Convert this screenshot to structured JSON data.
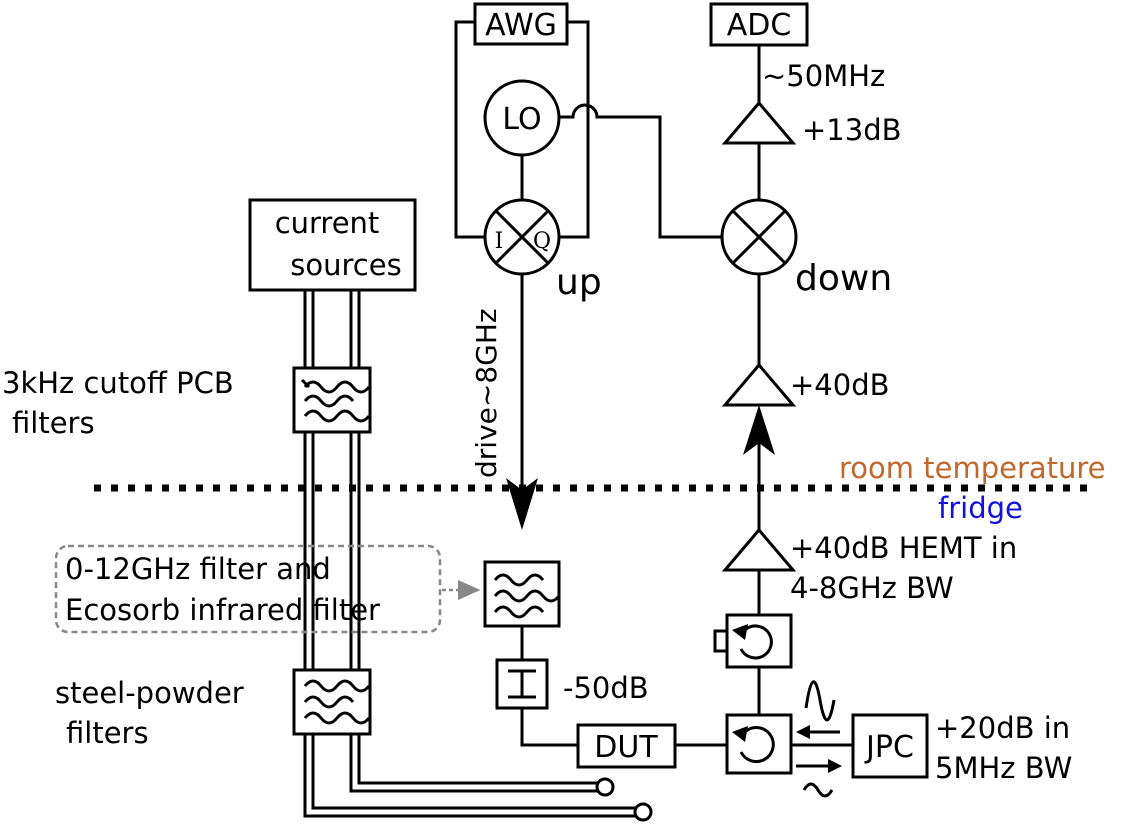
{
  "blocks": {
    "awg": "AWG",
    "adc": "ADC",
    "lo": "LO",
    "mixer_i": "I",
    "mixer_q": "Q",
    "dut": "DUT",
    "jpc": "JPC",
    "current_sources_1": "current",
    "current_sources_2": "sources"
  },
  "labels": {
    "freq_50mhz": "~50MHz",
    "gain_13db": "+13dB",
    "up": "up",
    "down": "down",
    "drive": "drive~8GHz",
    "gain_40db": "+40dB",
    "pcb_filters_1": "3kHz cutoff PCB",
    "pcb_filters_2": "filters",
    "room_temperature": "room temperature",
    "fridge": "fridge",
    "hemt_1": "+40dB HEMT in",
    "hemt_2": "4-8GHz BW",
    "filter_note_1": "0-12GHz filter and",
    "filter_note_2": "Ecosorb infrared filter",
    "attenuator": "-50dB",
    "steel_powder_1": "steel-powder",
    "steel_powder_2": "filters",
    "jpc_gain_1": "+20dB in",
    "jpc_gain_2": "5MHz BW"
  },
  "colors": {
    "room_temperature": "#c0682a",
    "fridge": "#1010e0",
    "callout": "#888888"
  }
}
